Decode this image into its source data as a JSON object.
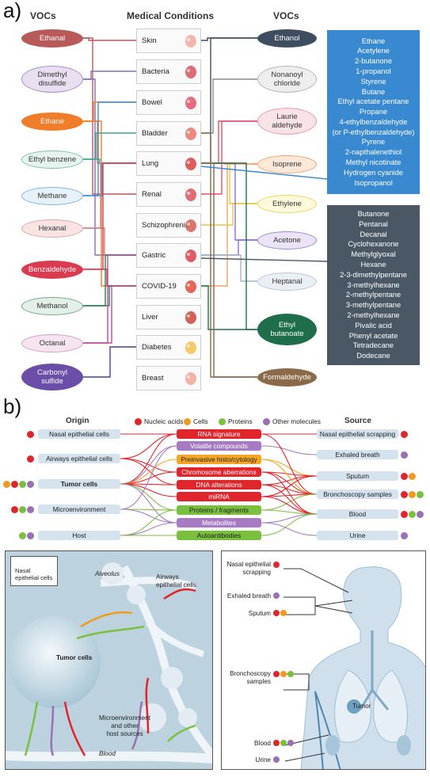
{
  "panel_a": {
    "label": "a)",
    "headers": {
      "left": "VOCs",
      "center": "Medical Conditions",
      "right": "VOCs"
    },
    "left_vocs": [
      {
        "name": "Ethanal",
        "color": "#b85a5a",
        "text_color": "#ffffff"
      },
      {
        "name": "Dimethyl\ndisulfide",
        "color": "#e8dff0",
        "text_color": "#333333",
        "border": "#a98bc6"
      },
      {
        "name": "Ethane",
        "color": "#ef7d2a",
        "text_color": "#ffffff"
      },
      {
        "name": "Ethyl benzene",
        "color": "#e6f3ef",
        "text_color": "#333333",
        "border": "#7cbfae"
      },
      {
        "name": "Methane",
        "color": "#e6f1f9",
        "text_color": "#333333",
        "border": "#7fb3d8"
      },
      {
        "name": "Hexanal",
        "color": "#f9e3e3",
        "text_color": "#333333",
        "border": "#dba6a6"
      },
      {
        "name": "Benzaldehyde",
        "color": "#db3b4f",
        "text_color": "#ffffff"
      },
      {
        "name": "Methanol",
        "color": "#e3f0e7",
        "text_color": "#333333",
        "border": "#6ea985"
      },
      {
        "name": "Octanal",
        "color": "#f6e4f1",
        "text_color": "#333333",
        "border": "#d39cc6"
      },
      {
        "name": "Carbonyl\nsulfide",
        "color": "#6a4ea8",
        "text_color": "#ffffff"
      }
    ],
    "conditions": [
      {
        "name": "Skin",
        "icon": "skin-icon"
      },
      {
        "name": "Bacteria",
        "icon": "bacteria-icon"
      },
      {
        "name": "Bowel",
        "icon": "bowel-icon"
      },
      {
        "name": "Bladder",
        "icon": "bladder-icon"
      },
      {
        "name": "Lung",
        "icon": "lung-icon"
      },
      {
        "name": "Renal",
        "icon": "kidney-icon"
      },
      {
        "name": "Schizophrenia",
        "icon": "brain-icon"
      },
      {
        "name": "Gastric",
        "icon": "stomach-icon"
      },
      {
        "name": "COVID-19",
        "icon": "virus-icon"
      },
      {
        "name": "Liver",
        "icon": "liver-icon"
      },
      {
        "name": "Diabetes",
        "icon": "glucose-meter-icon"
      },
      {
        "name": "Breast",
        "icon": "breast-icon"
      }
    ],
    "right_vocs": [
      {
        "name": "Ethanol",
        "color": "#3e4d5f",
        "text_color": "#ffffff"
      },
      {
        "name": "Nonanoyl\nchloride",
        "color": "#eeeeee",
        "text_color": "#333333",
        "border": "#b5b5b5"
      },
      {
        "name": "Laurie\naldehyde",
        "color": "#f9e3e6",
        "text_color": "#333333",
        "border": "#e79aa6"
      },
      {
        "name": "Isoprene",
        "color": "#fde9da",
        "text_color": "#333333",
        "border": "#f0a36a"
      },
      {
        "name": "Ethylene",
        "color": "#fdf9dc",
        "text_color": "#333333",
        "border": "#e8d65c"
      },
      {
        "name": "Acetone",
        "color": "#eae4f6",
        "text_color": "#333333",
        "border": "#9c88cf"
      },
      {
        "name": "Heptanal",
        "color": "#e9eff5",
        "text_color": "#333333",
        "border": "#b6c7d6"
      },
      {
        "name": "Ethyl\nbutanoate",
        "color": "#1f6e4a",
        "text_color": "#ffffff"
      },
      {
        "name": "Formaldehyde",
        "color": "#8a6a48",
        "text_color": "#ffffff"
      }
    ],
    "blue_list": {
      "color": "#3889cf",
      "items": [
        "Ethane",
        "Acetylene",
        "2-butanone",
        "1-propanol",
        "Styrene",
        "Butane",
        "Ethyl acetate pentane",
        "Propane",
        "4-ethylbenzaldehyde",
        "(or P-ethylbenzaldehyde)",
        "Pyrene",
        "2-napthalenethiol",
        "Methyl nicotinate",
        "Hydrogen cyanide",
        "Isopropanol"
      ]
    },
    "dark_list": {
      "color": "#4a5866",
      "items": [
        "Butanone",
        "Pentanal",
        "Decanal",
        "Cyclohexanone",
        "Methylglyoxal",
        "Hexane",
        "2-3-dimethylpentane",
        "3-methylhexane",
        "2-methylpentane",
        "3-methylpentane",
        "2-methylhexane",
        "Pivalic acid",
        "Phenyl acetate",
        "Tetradecane",
        "Dodecane"
      ]
    }
  },
  "panel_b": {
    "label": "b)",
    "headers": {
      "origin": "Origin",
      "source": "Source"
    },
    "legend": [
      {
        "label": "Nucleic acids",
        "color": "#e0262c"
      },
      {
        "label": "Cells",
        "color": "#f29a20"
      },
      {
        "label": "Proteins",
        "color": "#7bbf3e"
      },
      {
        "label": "Other molecules",
        "color": "#9b6fb5"
      }
    ],
    "origins": [
      {
        "name": "Nasal epithelial cells",
        "dots": [
          "#e0262c"
        ]
      },
      {
        "name": "Airways epithelial cells",
        "dots": [
          "#e0262c"
        ]
      },
      {
        "name": "Tumor cells",
        "dots": [
          "#f29a20",
          "#e0262c",
          "#7bbf3e",
          "#9b6fb5"
        ],
        "bold": true
      },
      {
        "name": "Microenvironment",
        "dots": [
          "#e0262c",
          "#7bbf3e",
          "#9b6fb5"
        ]
      },
      {
        "name": "Host",
        "dots": [
          "#7bbf3e",
          "#9b6fb5"
        ]
      }
    ],
    "biomarkers": [
      {
        "name": "RNA signature",
        "color": "#e0262c",
        "text_color": "#ffffff"
      },
      {
        "name": "Volatile compounds",
        "color": "#a77bc4",
        "text_color": "#ffffff"
      },
      {
        "name": "Preinvasive histo/cytology",
        "color": "#f5a623",
        "text_color": "#222222"
      },
      {
        "name": "Chromosome aberrations",
        "color": "#e0262c",
        "text_color": "#ffffff"
      },
      {
        "name": "DNA alterations",
        "color": "#e0262c",
        "text_color": "#ffffff"
      },
      {
        "name": "miRNA",
        "color": "#e0262c",
        "text_color": "#ffffff"
      },
      {
        "name": "Proteins / fragments",
        "color": "#7bbf3e",
        "text_color": "#222222"
      },
      {
        "name": "Metabolites",
        "color": "#a77bc4",
        "text_color": "#ffffff"
      },
      {
        "name": "Autoantibodies",
        "color": "#7bbf3e",
        "text_color": "#222222"
      }
    ],
    "sources": [
      {
        "name": "Nasal epithelial scrapping",
        "dots": [
          "#e0262c"
        ]
      },
      {
        "name": "Exhaled breath",
        "dots": [
          "#9b6fb5"
        ]
      },
      {
        "name": "Sputum",
        "dots": [
          "#e0262c",
          "#f29a20"
        ]
      },
      {
        "name": "Bronchoscopy samples",
        "dots": [
          "#e0262c",
          "#f29a20",
          "#7bbf3e"
        ]
      },
      {
        "name": "Blood",
        "dots": [
          "#e0262c",
          "#7bbf3e",
          "#9b6fb5"
        ]
      },
      {
        "name": "Urine",
        "dots": [
          "#9b6fb5"
        ]
      }
    ],
    "left_illustration": {
      "inset_label": "Nasal\nepithelial cells",
      "alveolus": "Alveolus",
      "airways": "Airways\nepithelial cells",
      "tumor": "Tumor cells",
      "micro": "Microenvironment\nand other\nhost sources",
      "blood": "Blood"
    },
    "right_illustration": {
      "labels": [
        {
          "name": "Nasal epithelial\nscrapping",
          "dots": [
            "#e0262c"
          ]
        },
        {
          "name": "Exhaled breath",
          "dots": [
            "#9b6fb5"
          ]
        },
        {
          "name": "Sputum",
          "dots": [
            "#e0262c",
            "#f29a20"
          ]
        },
        {
          "name": "Bronchoscopy\nsamples",
          "dots": [
            "#e0262c",
            "#f29a20",
            "#7bbf3e"
          ]
        },
        {
          "name": "Blood",
          "dots": [
            "#e0262c",
            "#7bbf3e",
            "#9b6fb5"
          ]
        },
        {
          "name": "Urine",
          "dots": [
            "#9b6fb5"
          ]
        }
      ],
      "tumor": "Tumor"
    }
  }
}
